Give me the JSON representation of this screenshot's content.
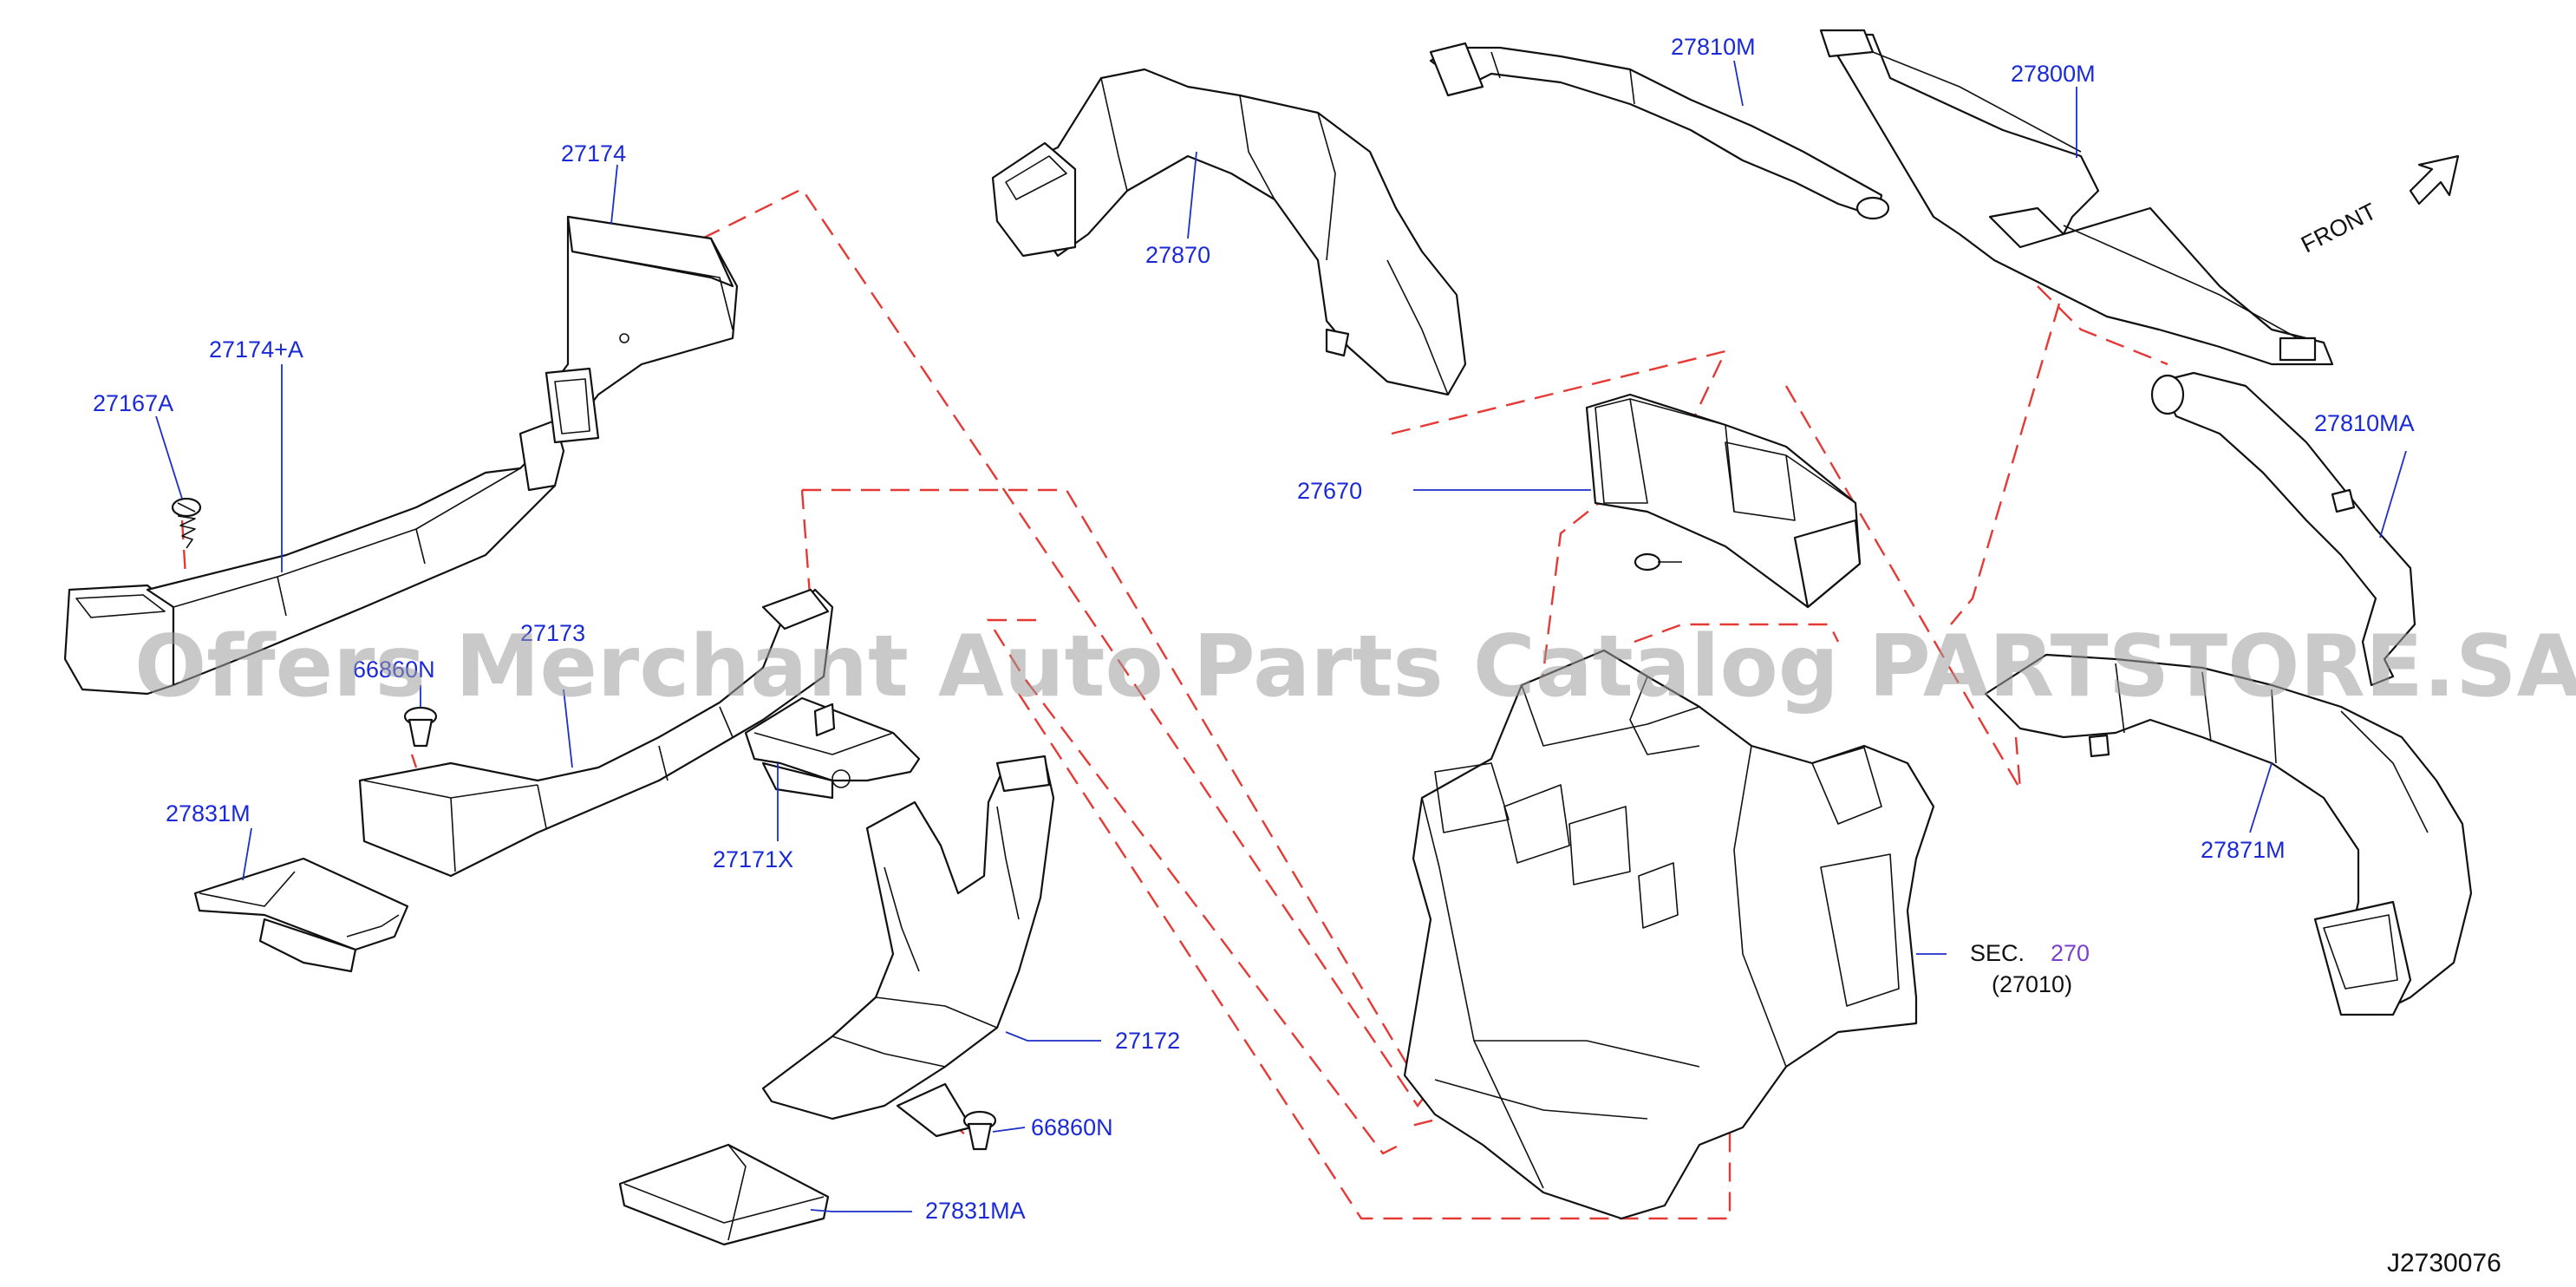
{
  "labels": {
    "p27174": "27174",
    "p27174A": "27174+A",
    "p27167A": "27167A",
    "p27173": "27173",
    "p66860N_a": "66860N",
    "p27831M": "27831M",
    "p27171X": "27171X",
    "p27172": "27172",
    "p66860N_b": "66860N",
    "p27831MA": "27831MA",
    "p27870": "27870",
    "p27810M": "27810M",
    "p27800M": "27800M",
    "p27670": "27670",
    "p27810MA": "27810MA",
    "p27871M": "27871M",
    "sec_prefix": "SEC.",
    "sec_number": "270",
    "sec_ref": "(27010)",
    "front": "FRONT",
    "diagram_id": "J2730076"
  },
  "watermark": "Offers Merchant Auto Parts Catalog PARTSTORE.SA",
  "colors": {
    "part_number": "#1a2ad6",
    "sec_number": "#7a3fd0",
    "dashed_link": "#e53935",
    "outline": "#111111",
    "watermark": "#9e9e9e"
  }
}
